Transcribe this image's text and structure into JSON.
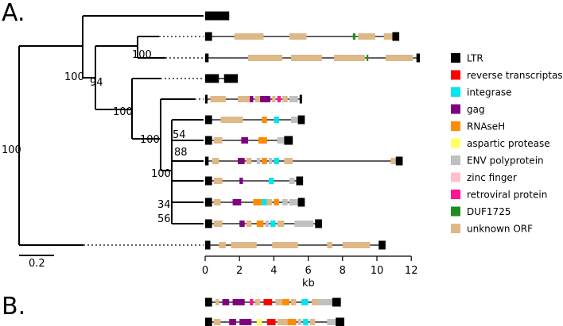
{
  "panels": {
    "a": "A.",
    "b": "B."
  },
  "scale_bar_label": "0.2",
  "axis": {
    "label": "kb",
    "ticks": [
      "0",
      "2",
      "4",
      "6",
      "8",
      "10",
      "12"
    ],
    "max": 12
  },
  "colors": {
    "LTR": "#000000",
    "rt": "#ff0000",
    "integrase": "#00e5ee",
    "gag": "#800080",
    "rnaseh": "#ff8c00",
    "protease": "#ffff66",
    "env": "#c0c0c0",
    "zinc": "#ffc0cb",
    "retro": "#ff1493",
    "duf": "#228b22",
    "orf": "#deb887"
  },
  "legend": [
    {
      "key": "LTR",
      "label": "LTR"
    },
    {
      "key": "rt",
      "label": "reverse transcriptase"
    },
    {
      "key": "integrase",
      "label": "integrase"
    },
    {
      "key": "gag",
      "label": "gag"
    },
    {
      "key": "rnaseh",
      "label": "RNAseH"
    },
    {
      "key": "protease",
      "label": "aspartic protease"
    },
    {
      "key": "env",
      "label": "ENV polyprotein"
    },
    {
      "key": "zinc",
      "label": "zinc finger"
    },
    {
      "key": "retro",
      "label": "retroviral protein"
    },
    {
      "key": "duf",
      "label": "DUF1725"
    },
    {
      "key": "orf",
      "label": "unknown ORF"
    }
  ],
  "bootstrap": {
    "root": "100",
    "n_upper": "100",
    "n_pair": "100",
    "n_94": "94",
    "n_lower": "100",
    "n_mid": "100",
    "n_54": "54",
    "n_88": "88",
    "n_bottom": "100",
    "n_34": "34",
    "n_56": "56"
  },
  "elements_a": [
    {
      "len": 1.4,
      "ltr": [
        [
          0,
          0.5
        ],
        [
          0.9,
          1.4
        ]
      ],
      "feat": [
        {
          "k": "LTR",
          "s": 0.3,
          "e": 1.1
        }
      ]
    },
    {
      "len": 11.3,
      "ltr": [
        [
          0,
          0.4
        ],
        [
          10.9,
          11.3
        ]
      ],
      "feat": [
        {
          "k": "orf",
          "s": 1.7,
          "e": 3.4
        },
        {
          "k": "orf",
          "s": 4.9,
          "e": 5.9
        },
        {
          "k": "duf",
          "s": 8.6,
          "e": 8.75
        },
        {
          "k": "orf",
          "s": 8.9,
          "e": 9.9
        },
        {
          "k": "orf",
          "s": 10.4,
          "e": 10.9
        }
      ]
    },
    {
      "len": 12.5,
      "ltr": [
        [
          0,
          0.2
        ],
        [
          12.3,
          12.5
        ]
      ],
      "feat": [
        {
          "k": "orf",
          "s": 2.5,
          "e": 4.5
        },
        {
          "k": "orf",
          "s": 5.0,
          "e": 6.8
        },
        {
          "k": "orf",
          "s": 7.5,
          "e": 9.3
        },
        {
          "k": "duf",
          "s": 9.4,
          "e": 9.5
        },
        {
          "k": "orf",
          "s": 10.5,
          "e": 12.1
        }
      ]
    },
    {
      "len": 1.9,
      "ltr": [
        [
          0,
          0.8
        ],
        [
          1.1,
          1.9
        ]
      ],
      "feat": []
    },
    {
      "len": 5.6,
      "ltr": [
        [
          0,
          0.1
        ],
        [
          5.5,
          5.6
        ]
      ],
      "feat": [
        {
          "k": "orf",
          "s": 0.3,
          "e": 1.2
        },
        {
          "k": "orf",
          "s": 1.9,
          "e": 2.6
        },
        {
          "k": "gag",
          "s": 2.6,
          "e": 2.8
        },
        {
          "k": "orf",
          "s": 2.9,
          "e": 3.2
        },
        {
          "k": "gag",
          "s": 3.2,
          "e": 3.8
        },
        {
          "k": "orf",
          "s": 3.9,
          "e": 4.1
        },
        {
          "k": "retro",
          "s": 4.2,
          "e": 4.4
        },
        {
          "k": "orf",
          "s": 4.5,
          "e": 4.8
        },
        {
          "k": "env",
          "s": 4.9,
          "e": 5.4
        }
      ]
    },
    {
      "len": 5.8,
      "ltr": [
        [
          0,
          0.4
        ],
        [
          5.4,
          5.8
        ]
      ],
      "feat": [
        {
          "k": "orf",
          "s": 0.9,
          "e": 2.2
        },
        {
          "k": "rnaseh",
          "s": 3.3,
          "e": 3.6
        },
        {
          "k": "integrase",
          "s": 4.0,
          "e": 4.3
        },
        {
          "k": "env",
          "s": 5.0,
          "e": 5.4
        }
      ]
    },
    {
      "len": 5.1,
      "ltr": [
        [
          0,
          0.4
        ],
        [
          4.6,
          5.1
        ]
      ],
      "feat": [
        {
          "k": "orf",
          "s": 0.5,
          "e": 1.0
        },
        {
          "k": "gag",
          "s": 2.1,
          "e": 2.5
        },
        {
          "k": "rnaseh",
          "s": 3.1,
          "e": 3.6
        },
        {
          "k": "env",
          "s": 4.2,
          "e": 4.6
        }
      ]
    },
    {
      "len": 11.5,
      "ltr": [
        [
          0,
          0.2
        ],
        [
          11.1,
          11.5
        ]
      ],
      "feat": [
        {
          "k": "orf",
          "s": 0.4,
          "e": 0.8
        },
        {
          "k": "gag",
          "s": 1.9,
          "e": 2.3
        },
        {
          "k": "orf",
          "s": 2.4,
          "e": 2.7
        },
        {
          "k": "env",
          "s": 3.0,
          "e": 3.2
        },
        {
          "k": "rnaseh",
          "s": 3.3,
          "e": 3.6
        },
        {
          "k": "env",
          "s": 3.7,
          "e": 3.9
        },
        {
          "k": "integrase",
          "s": 4.0,
          "e": 4.3
        },
        {
          "k": "orf",
          "s": 4.6,
          "e": 5.1
        },
        {
          "k": "orf",
          "s": 10.8,
          "e": 11.1
        }
      ]
    },
    {
      "len": 5.7,
      "ltr": [
        [
          0,
          0.4
        ],
        [
          5.3,
          5.7
        ]
      ],
      "feat": [
        {
          "k": "orf",
          "s": 0.5,
          "e": 1.0
        },
        {
          "k": "gag",
          "s": 2.0,
          "e": 2.2
        },
        {
          "k": "integrase",
          "s": 3.7,
          "e": 4.0
        },
        {
          "k": "env",
          "s": 4.9,
          "e": 5.2
        }
      ]
    },
    {
      "len": 5.8,
      "ltr": [
        [
          0,
          0.4
        ],
        [
          5.4,
          5.8
        ]
      ],
      "feat": [
        {
          "k": "orf",
          "s": 0.5,
          "e": 0.9
        },
        {
          "k": "gag",
          "s": 1.6,
          "e": 2.1
        },
        {
          "k": "rnaseh",
          "s": 2.8,
          "e": 3.3
        },
        {
          "k": "integrase",
          "s": 3.3,
          "e": 3.6
        },
        {
          "k": "orf",
          "s": 3.6,
          "e": 3.9
        },
        {
          "k": "rnaseh",
          "s": 4.0,
          "e": 4.3
        },
        {
          "k": "env",
          "s": 4.5,
          "e": 4.8
        },
        {
          "k": "env",
          "s": 4.9,
          "e": 5.4
        }
      ]
    },
    {
      "len": 6.8,
      "ltr": [
        [
          0,
          0.4
        ],
        [
          6.4,
          6.8
        ]
      ],
      "feat": [
        {
          "k": "orf",
          "s": 0.5,
          "e": 1.0
        },
        {
          "k": "gag",
          "s": 2.0,
          "e": 2.3
        },
        {
          "k": "orf",
          "s": 2.4,
          "e": 2.7
        },
        {
          "k": "rnaseh",
          "s": 3.0,
          "e": 3.4
        },
        {
          "k": "env",
          "s": 3.5,
          "e": 3.7
        },
        {
          "k": "integrase",
          "s": 3.8,
          "e": 4.1
        },
        {
          "k": "orf",
          "s": 4.2,
          "e": 4.6
        },
        {
          "k": "env",
          "s": 5.2,
          "e": 6.3
        }
      ]
    },
    {
      "len": 10.5,
      "ltr": [
        [
          0,
          0.3
        ],
        [
          10.1,
          10.5
        ]
      ],
      "feat": [
        {
          "k": "orf",
          "s": 0.8,
          "e": 1.2
        },
        {
          "k": "orf",
          "s": 1.5,
          "e": 3.0
        },
        {
          "k": "orf",
          "s": 3.9,
          "e": 5.4
        },
        {
          "k": "orf",
          "s": 7.1,
          "e": 7.4
        },
        {
          "k": "orf",
          "s": 8.0,
          "e": 9.6
        }
      ]
    }
  ],
  "elements_b": [
    {
      "len": 7.9,
      "ltr": [
        [
          0,
          0.4
        ],
        [
          7.4,
          7.9
        ]
      ],
      "feat": [
        {
          "k": "orf",
          "s": 0.6,
          "e": 0.8
        },
        {
          "k": "gag",
          "s": 1.0,
          "e": 1.4
        },
        {
          "k": "gag",
          "s": 1.6,
          "e": 2.3
        },
        {
          "k": "retro",
          "s": 2.6,
          "e": 2.8
        },
        {
          "k": "orf",
          "s": 2.9,
          "e": 3.2
        },
        {
          "k": "rt",
          "s": 3.4,
          "e": 3.9
        },
        {
          "k": "orf",
          "s": 4.1,
          "e": 4.5
        },
        {
          "k": "rnaseh",
          "s": 4.5,
          "e": 4.9
        },
        {
          "k": "orf",
          "s": 5.0,
          "e": 5.3
        },
        {
          "k": "integrase",
          "s": 5.6,
          "e": 6.0
        },
        {
          "k": "orf",
          "s": 6.2,
          "e": 6.6
        },
        {
          "k": "env",
          "s": 6.6,
          "e": 7.4
        }
      ]
    },
    {
      "len": 8.1,
      "ltr": [
        [
          0,
          0.4
        ],
        [
          7.6,
          8.1
        ]
      ],
      "feat": [
        {
          "k": "orf",
          "s": 0.5,
          "e": 0.9
        },
        {
          "k": "gag",
          "s": 1.4,
          "e": 1.8
        },
        {
          "k": "gag",
          "s": 2.0,
          "e": 2.7
        },
        {
          "k": "protease",
          "s": 3.0,
          "e": 3.3
        },
        {
          "k": "rt",
          "s": 3.6,
          "e": 4.1
        },
        {
          "k": "orf",
          "s": 4.2,
          "e": 4.8
        },
        {
          "k": "rnaseh",
          "s": 4.8,
          "e": 5.3
        },
        {
          "k": "env",
          "s": 5.4,
          "e": 5.6
        },
        {
          "k": "integrase",
          "s": 5.7,
          "e": 6.0
        },
        {
          "k": "orf",
          "s": 6.1,
          "e": 6.4
        },
        {
          "k": "env",
          "s": 7.1,
          "e": 7.6
        }
      ]
    }
  ]
}
